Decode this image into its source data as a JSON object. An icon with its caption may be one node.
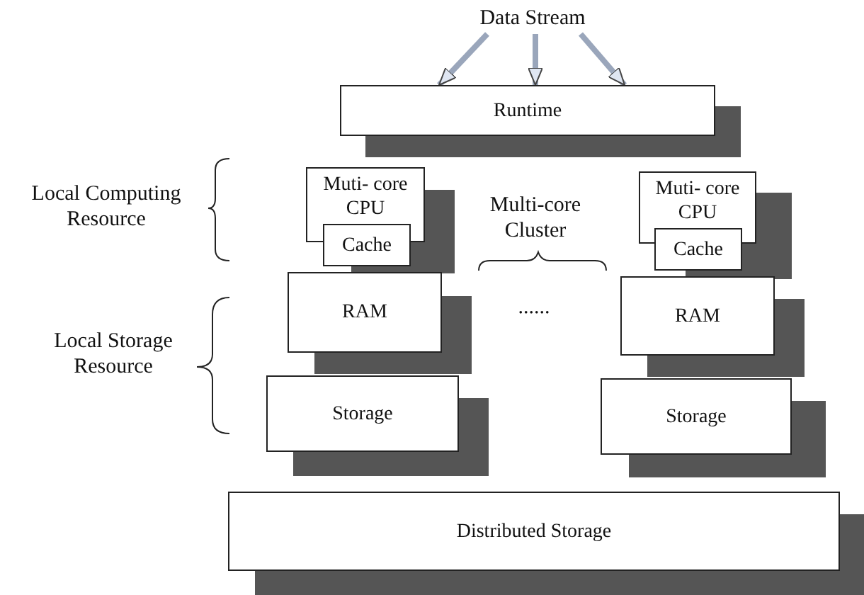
{
  "diagram": {
    "nodes": [
      {
        "text": [
          "Data Stream"
        ]
      },
      {
        "text": [
          "Runtime"
        ]
      },
      {
        "text": [
          "Muti- core CPU"
        ]
      },
      {
        "text": [
          "Cache"
        ]
      },
      {
        "text": [
          "RAM"
        ]
      },
      {
        "text": [
          "Storage"
        ]
      },
      {
        "text": [
          "Muti- core CPU"
        ]
      },
      {
        "text": [
          "Cache"
        ]
      },
      {
        "text": [
          "RAM"
        ]
      },
      {
        "text": [
          "Storage"
        ]
      },
      {
        "text": [
          "Distributed Storage"
        ]
      }
    ],
    "edges": [
      {
        "from": 0,
        "to": 1,
        "arrow": "to"
      },
      {
        "from": 0,
        "to": 1,
        "arrow": "to"
      },
      {
        "from": 0,
        "to": 1,
        "arrow": "to"
      }
    ],
    "labels": [
      "Local Computing Resource",
      "Multi-core Cluster",
      "......",
      "Local Storage Resource"
    ]
  }
}
